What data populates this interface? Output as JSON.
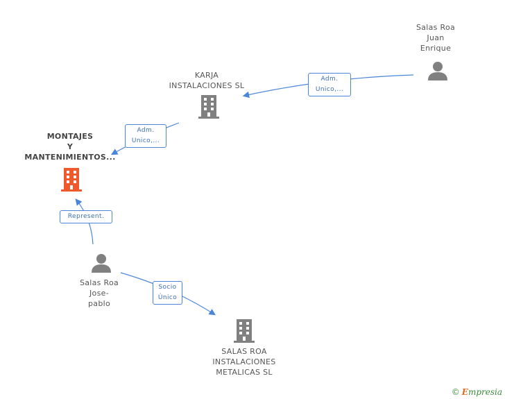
{
  "nodes": {
    "salas_roa_juan": {
      "label": "Salas Roa\nJuan\nEnrique",
      "type": "person"
    },
    "karja": {
      "label": "KARJA\nINSTALACIONES SL",
      "type": "company"
    },
    "montajes": {
      "label": "MONTAJES\nY\nMANTENIMIENTOS...",
      "type": "company-main"
    },
    "salas_roa_jose": {
      "label": "Salas Roa\nJose-\npablo",
      "type": "person"
    },
    "salas_roa_inst": {
      "label": "SALAS ROA\nINSTALACIONES\nMETALICAS SL",
      "type": "company"
    }
  },
  "edges": {
    "juan_to_karja": "Adm.\nUnico,...",
    "karja_to_montajes": "Adm.\nUnico,...",
    "jose_to_montajes": "Represent.",
    "jose_to_inst": "Socio\nÚnico"
  },
  "colors": {
    "edge": "#4a86d8",
    "person_icon": "#808080",
    "company_icon": "#808080",
    "main_company_icon": "#f0592b"
  },
  "brand": {
    "copyright": "©",
    "name_initial": "E",
    "name_rest": "mpresia"
  }
}
